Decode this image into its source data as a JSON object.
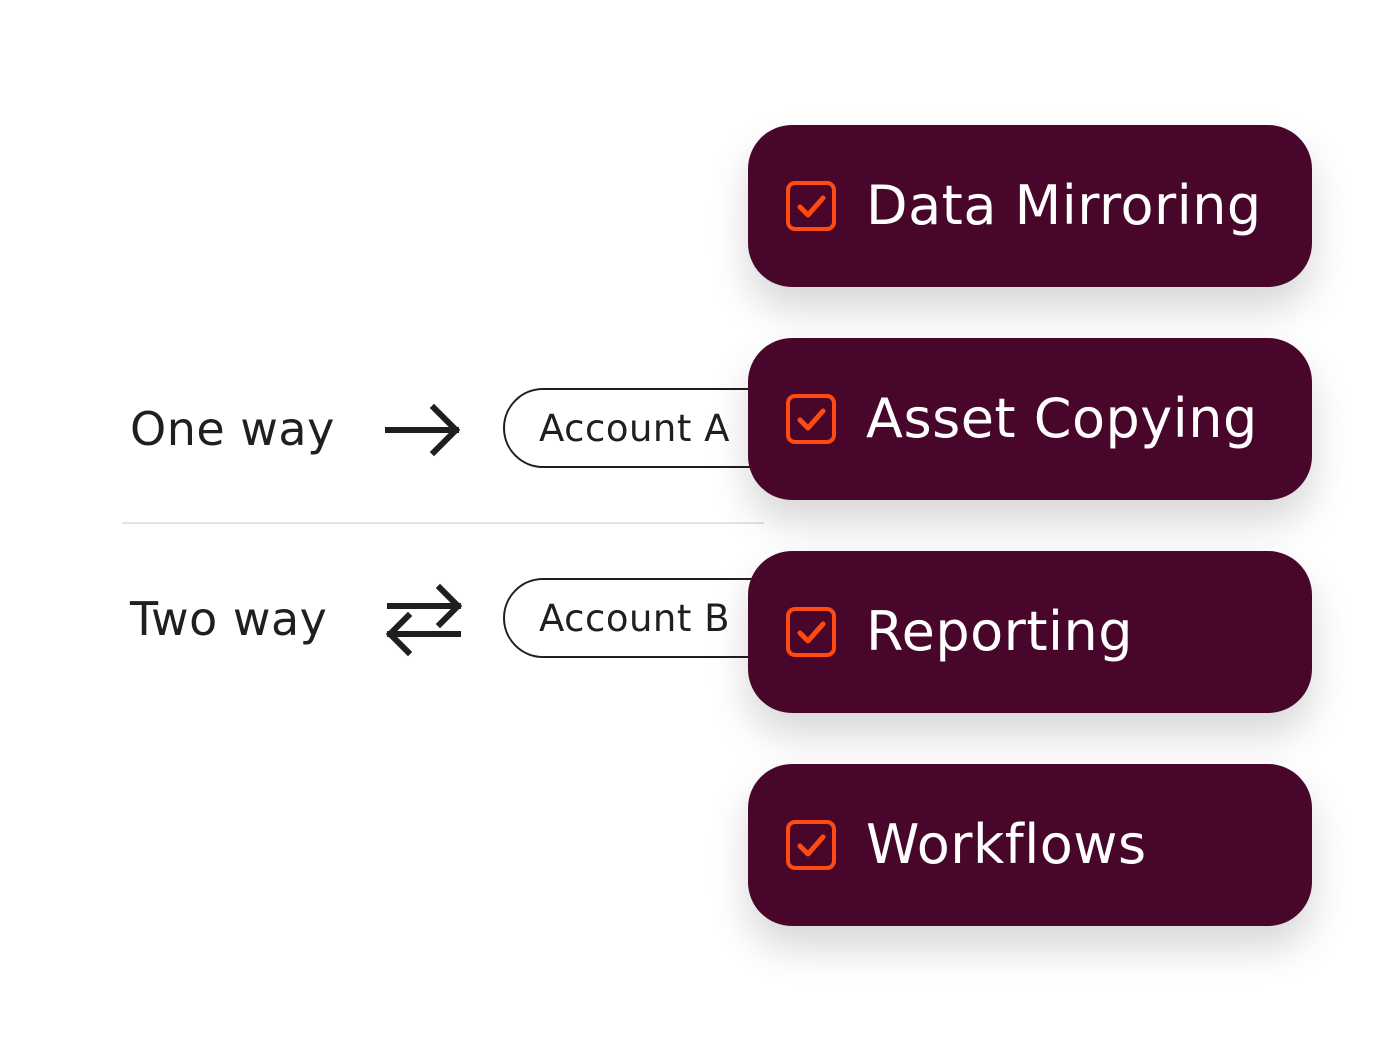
{
  "sync_modes": [
    {
      "label": "One way",
      "icon": "arrow-right-icon",
      "account": "Account A"
    },
    {
      "label": "Two way",
      "icon": "arrows-exchange-icon",
      "account": "Account B"
    }
  ],
  "features": [
    {
      "label": "Data Mirroring",
      "checked": true,
      "icon": "checkbox-checked-icon"
    },
    {
      "label": "Asset Copying",
      "checked": true,
      "icon": "checkbox-checked-icon"
    },
    {
      "label": "Reporting",
      "checked": true,
      "icon": "checkbox-checked-icon"
    },
    {
      "label": "Workflows",
      "checked": true,
      "icon": "checkbox-checked-icon"
    }
  ],
  "colors": {
    "card_background": "#48072a",
    "check_accent": "#ff4a12",
    "text_dark": "#1f1f1f",
    "divider": "#e4e4e4"
  }
}
